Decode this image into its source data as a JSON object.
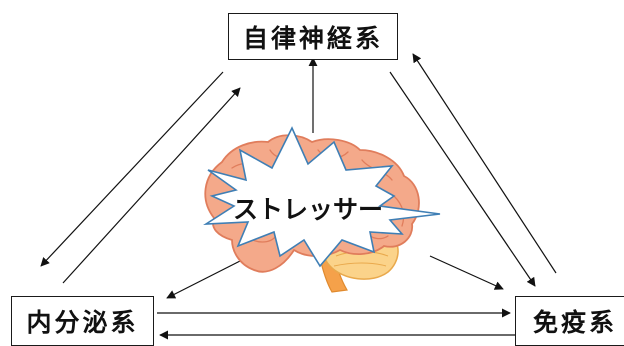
{
  "nodes": {
    "autonomic": "自律神経系",
    "endocrine": "内分泌系",
    "immune": "免疫系"
  },
  "center": {
    "label": "ストレッサー",
    "image": "brain"
  },
  "colors": {
    "cerebrum": "#f4a98a",
    "cerebrum_outline": "#e07d5c",
    "cerebellum": "#fbd38a",
    "cerebellum_outline": "#e9a94c",
    "brainstem": "#f5a14a",
    "burst_fill": "#ffffff",
    "burst_outline": "#3f7fb5",
    "arrow": "#111111"
  }
}
